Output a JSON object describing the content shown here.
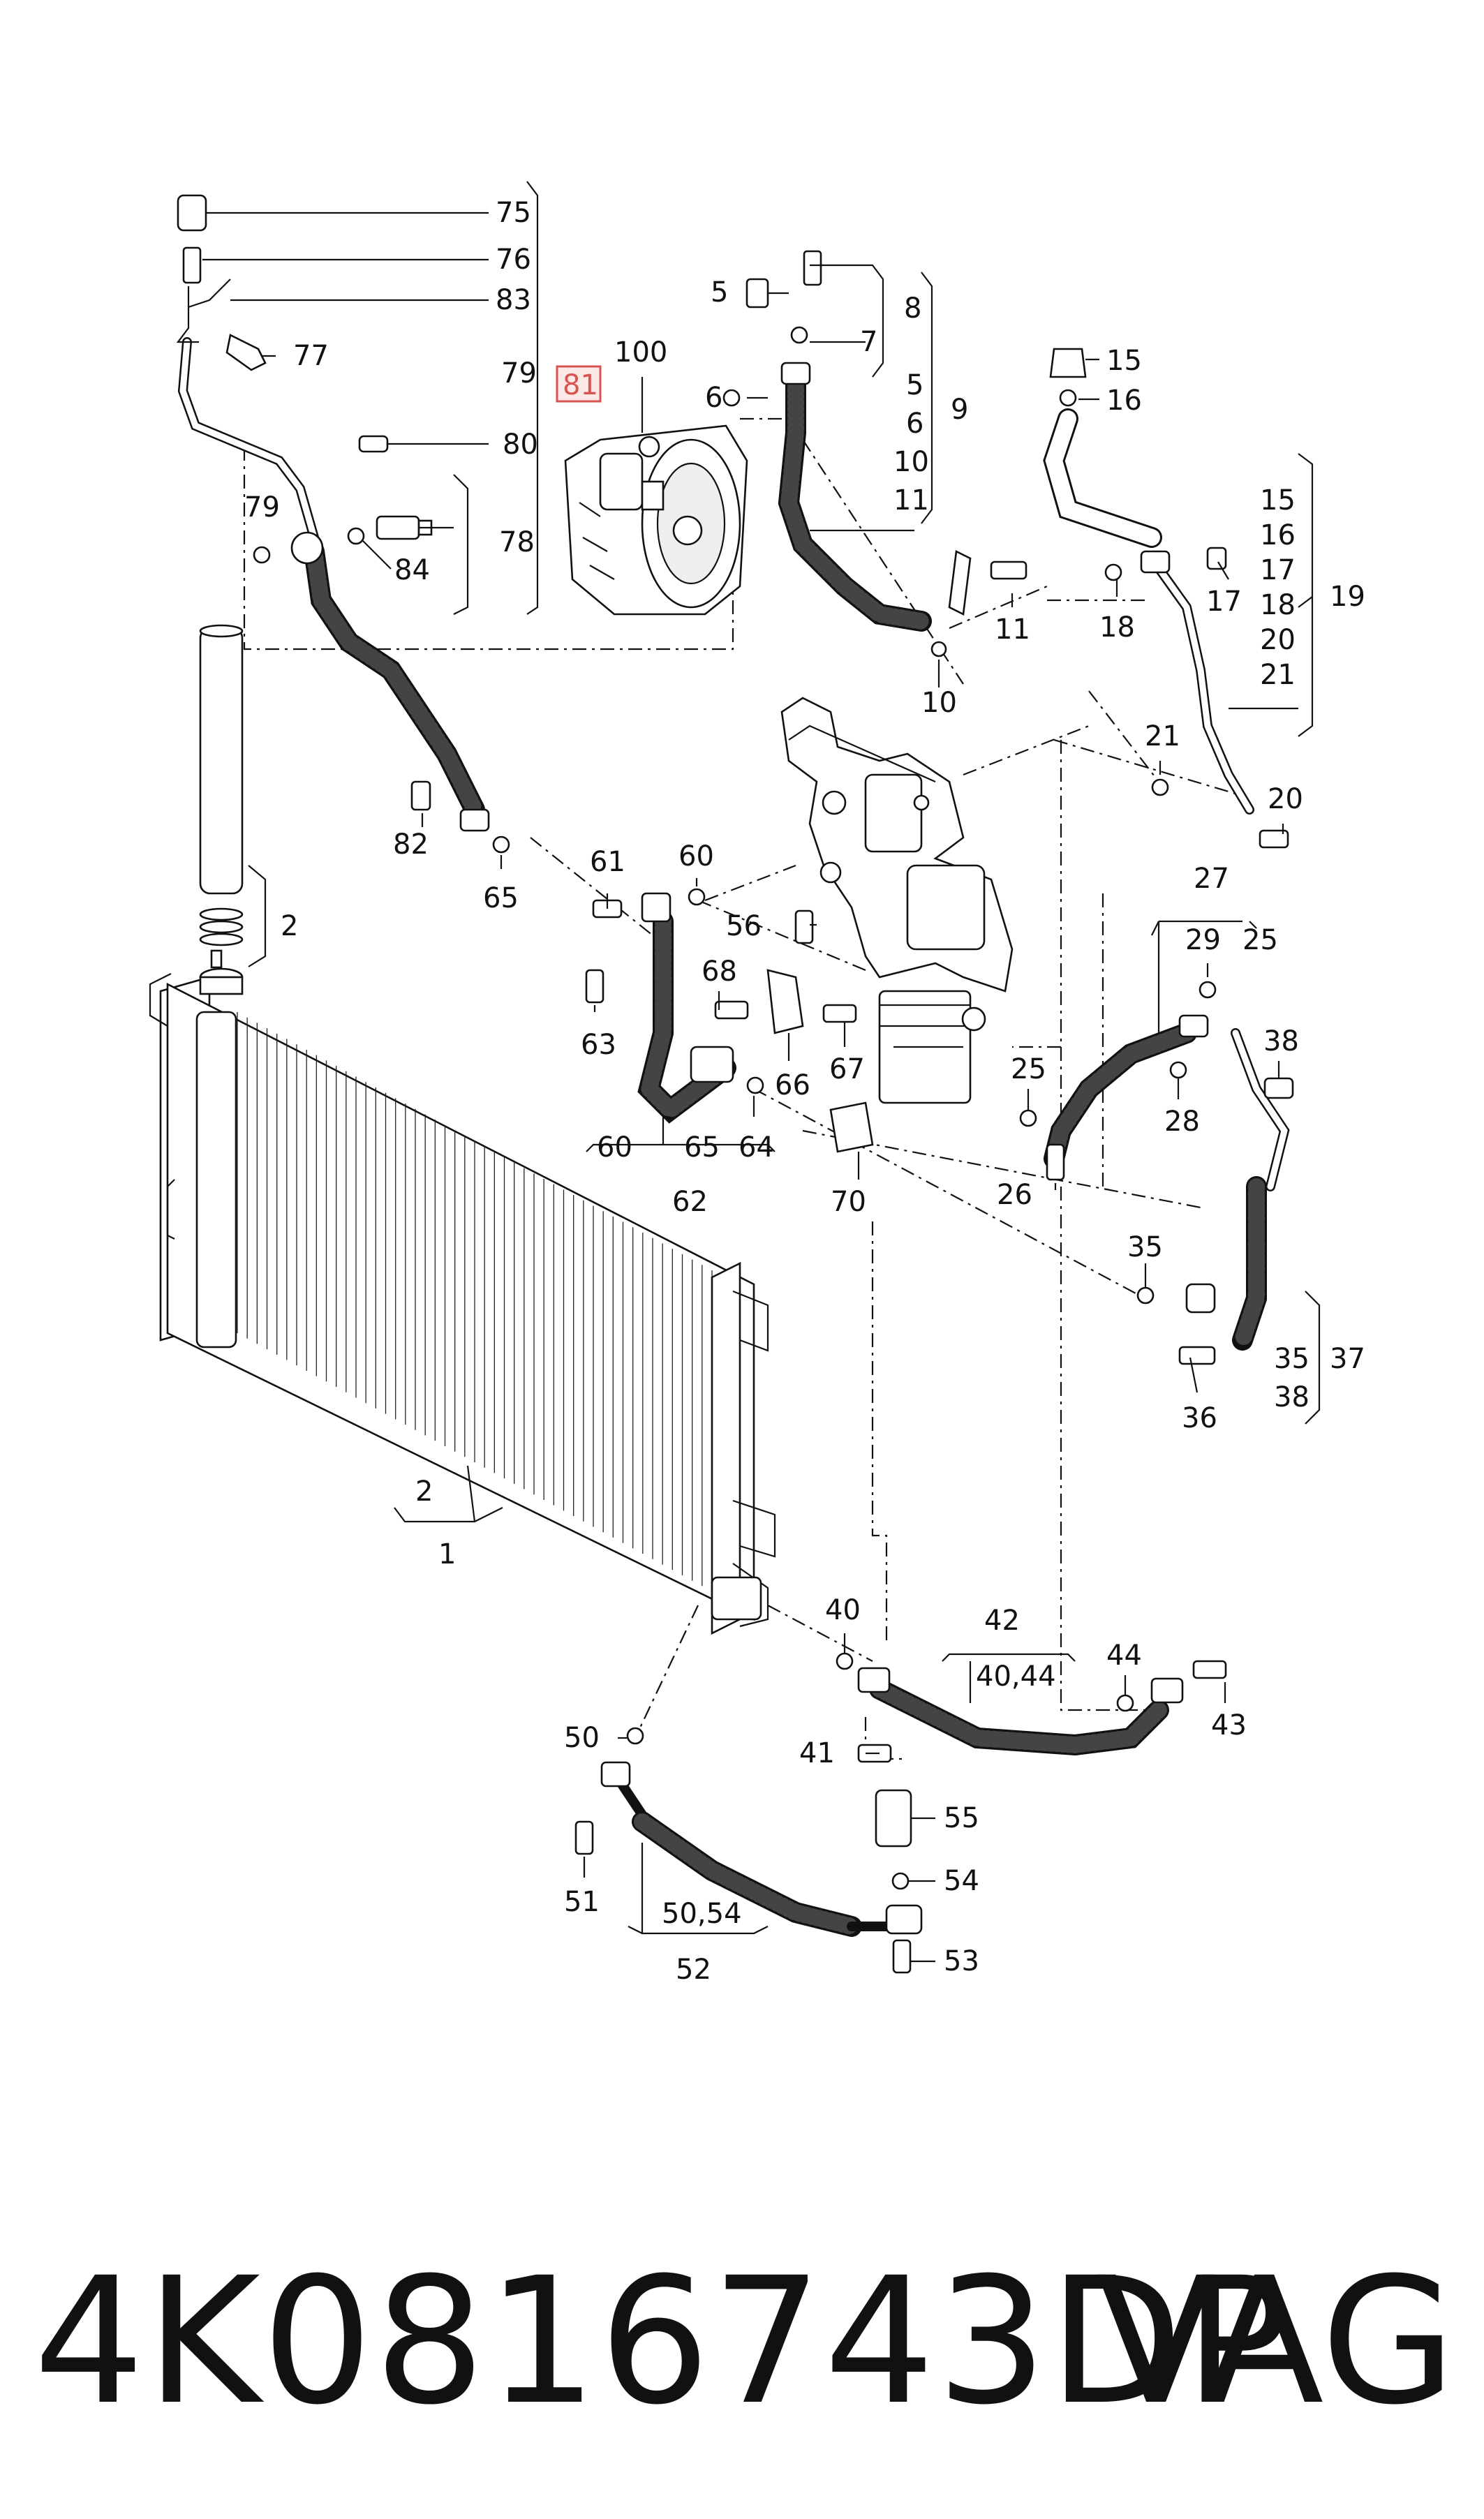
{
  "diagram": {
    "callouts": [
      {
        "id": "75",
        "label": "75"
      },
      {
        "id": "76",
        "label": "76"
      },
      {
        "id": "83",
        "label": "83"
      },
      {
        "id": "77",
        "label": "77"
      },
      {
        "id": "79a",
        "label": "79"
      },
      {
        "id": "81",
        "label": "81"
      },
      {
        "id": "80",
        "label": "80"
      },
      {
        "id": "79b",
        "label": "79"
      },
      {
        "id": "78",
        "label": "78"
      },
      {
        "id": "84",
        "label": "84"
      },
      {
        "id": "100",
        "label": "100"
      },
      {
        "id": "5a",
        "label": "5"
      },
      {
        "id": "8",
        "label": "8"
      },
      {
        "id": "7",
        "label": "7"
      },
      {
        "id": "6a",
        "label": "6"
      },
      {
        "id": "5b",
        "label": "5"
      },
      {
        "id": "6b",
        "label": "6"
      },
      {
        "id": "9",
        "label": "9"
      },
      {
        "id": "10a",
        "label": "10"
      },
      {
        "id": "11a",
        "label": "11"
      },
      {
        "id": "11b",
        "label": "11"
      },
      {
        "id": "10b",
        "label": "10"
      },
      {
        "id": "15a",
        "label": "15"
      },
      {
        "id": "16a",
        "label": "16"
      },
      {
        "id": "15b",
        "label": "15"
      },
      {
        "id": "16b",
        "label": "16"
      },
      {
        "id": "17a",
        "label": "17"
      },
      {
        "id": "18a",
        "label": "18"
      },
      {
        "id": "19",
        "label": "19"
      },
      {
        "id": "20a",
        "label": "20"
      },
      {
        "id": "21a",
        "label": "21"
      },
      {
        "id": "18b",
        "label": "18"
      },
      {
        "id": "17b",
        "label": "17"
      },
      {
        "id": "21b",
        "label": "21"
      },
      {
        "id": "20b",
        "label": "20"
      },
      {
        "id": "82",
        "label": "82"
      },
      {
        "id": "65a",
        "label": "65"
      },
      {
        "id": "61",
        "label": "61"
      },
      {
        "id": "60a",
        "label": "60"
      },
      {
        "id": "56",
        "label": "56"
      },
      {
        "id": "2a",
        "label": "2"
      },
      {
        "id": "68",
        "label": "68"
      },
      {
        "id": "63",
        "label": "63"
      },
      {
        "id": "66",
        "label": "66"
      },
      {
        "id": "67",
        "label": "67"
      },
      {
        "id": "60b",
        "label": "60"
      },
      {
        "id": "65b",
        "label": "65"
      },
      {
        "id": "64",
        "label": "64"
      },
      {
        "id": "62",
        "label": "62"
      },
      {
        "id": "70",
        "label": "70"
      },
      {
        "id": "27",
        "label": "27"
      },
      {
        "id": "29",
        "label": "29"
      },
      {
        "id": "25a",
        "label": "25"
      },
      {
        "id": "38a",
        "label": "38"
      },
      {
        "id": "25b",
        "label": "25"
      },
      {
        "id": "28",
        "label": "28"
      },
      {
        "id": "26",
        "label": "26"
      },
      {
        "id": "35a",
        "label": "35"
      },
      {
        "id": "35b",
        "label": "35"
      },
      {
        "id": "37",
        "label": "37"
      },
      {
        "id": "38b",
        "label": "38"
      },
      {
        "id": "36",
        "label": "36"
      },
      {
        "id": "2b",
        "label": "2"
      },
      {
        "id": "1",
        "label": "1"
      },
      {
        "id": "40a",
        "label": "40"
      },
      {
        "id": "42",
        "label": "42"
      },
      {
        "id": "40_44",
        "label": "40,44"
      },
      {
        "id": "44",
        "label": "44"
      },
      {
        "id": "43",
        "label": "43"
      },
      {
        "id": "50a",
        "label": "50"
      },
      {
        "id": "41",
        "label": "41"
      },
      {
        "id": "55",
        "label": "55"
      },
      {
        "id": "54",
        "label": "54"
      },
      {
        "id": "51",
        "label": "51"
      },
      {
        "id": "50_54",
        "label": "50,54"
      },
      {
        "id": "53",
        "label": "53"
      },
      {
        "id": "52",
        "label": "52"
      }
    ],
    "highlighted_callout": "81",
    "highlight_color": "#d9534f",
    "line_color": "#111111"
  },
  "caption": {
    "part_number": "4K0816743DP",
    "brand": "VAG"
  }
}
